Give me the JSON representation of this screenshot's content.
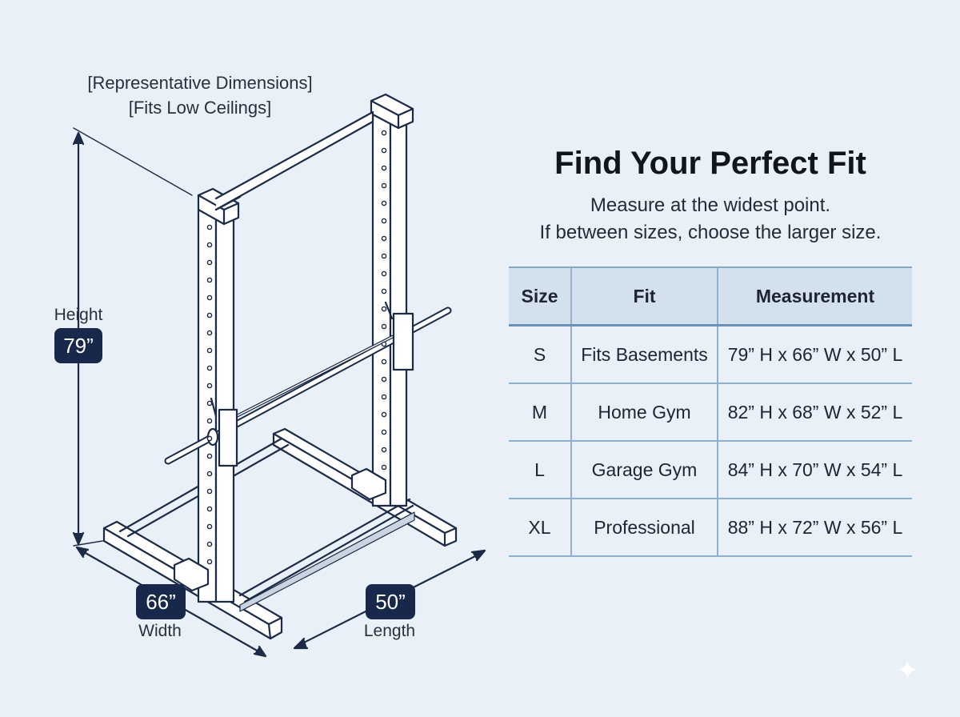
{
  "notes": {
    "line1": "[Representative Dimensions]",
    "line2": "[Fits Low Ceilings]"
  },
  "dimensions": {
    "height": {
      "label": "Height",
      "value": "79”"
    },
    "width": {
      "label": "Width",
      "value": "66”"
    },
    "length": {
      "label": "Length",
      "value": "50”"
    }
  },
  "panel": {
    "title": "Find Your Perfect Fit",
    "subtitle_line1": "Measure at the widest point.",
    "subtitle_line2": "If between sizes, choose the larger size."
  },
  "table": {
    "headers": [
      "Size",
      "Fit",
      "Measurement"
    ],
    "rows": [
      {
        "size": "S",
        "fit": "Fits Basements",
        "measurement": "79” H x 66” W x 50” L"
      },
      {
        "size": "M",
        "fit": "Home Gym",
        "measurement": "82” H x 68” W x 52” L"
      },
      {
        "size": "L",
        "fit": "Garage Gym",
        "measurement": "84” H x 70” W x 54” L"
      },
      {
        "size": "XL",
        "fit": "Professional",
        "measurement": "88” H x 72” W x 56” L"
      }
    ]
  },
  "colors": {
    "background": "#e9f0f7",
    "badge": "#18284a",
    "header_fill": "#d3e0ed",
    "line": "#1c2b45"
  },
  "icons": {
    "rack": "squat-rack-illustration",
    "corner": "sparkle-icon"
  }
}
